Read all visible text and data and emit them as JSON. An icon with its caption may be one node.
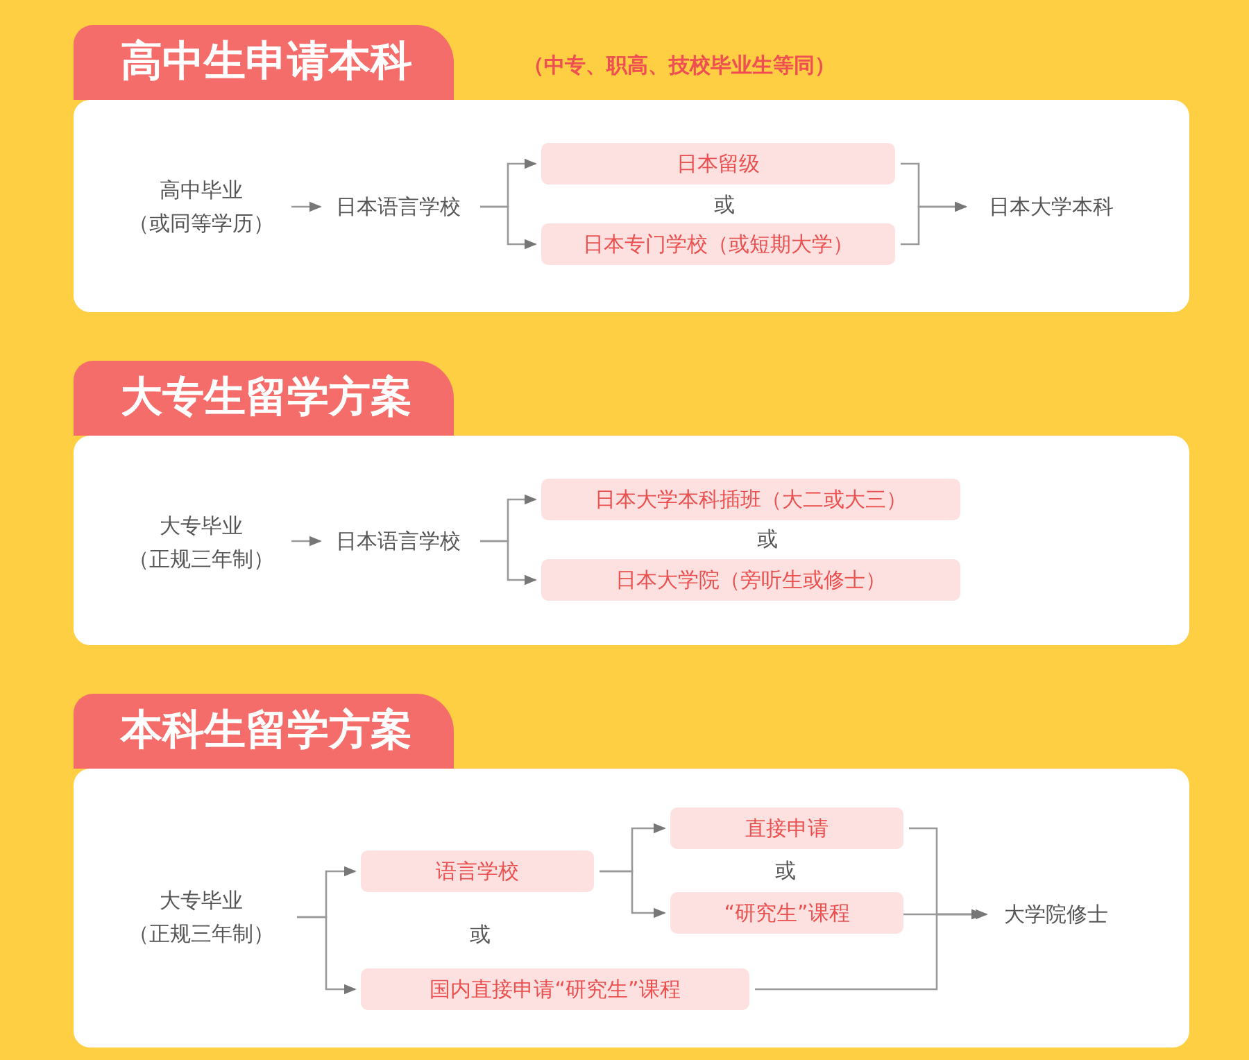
{
  "diagram": {
    "nodes": [
      {
        "text": [
          "高中生申请本科",
          "（中专、职高、技校毕业生等同）"
        ]
      },
      {
        "text": [
          "高中毕业（或同等学历）"
        ],
        "in": 0
      },
      {
        "text": [
          "日本语言学校"
        ],
        "in": 0
      },
      {
        "text": [
          "日本留级"
        ],
        "in": 0
      },
      {
        "text": [
          "日本专门学校（或短期大学）"
        ],
        "in": 0
      },
      {
        "text": [
          "日本大学本科"
        ],
        "in": 0
      },
      {
        "text": [
          "大专生留学方案"
        ]
      },
      {
        "text": [
          "大专毕业（正规三年制）"
        ],
        "in": 6
      },
      {
        "text": [
          "日本语言学校"
        ],
        "in": 6
      },
      {
        "text": [
          "日本大学本科插班（大二或大三）"
        ],
        "in": 6
      },
      {
        "text": [
          "日本大学院（旁听生或修士）"
        ],
        "in": 6
      },
      {
        "text": [
          "本科生留学方案"
        ]
      },
      {
        "text": [
          "大专毕业（正规三年制）"
        ],
        "in": 11
      },
      {
        "text": [
          "语言学校"
        ],
        "in": 11
      },
      {
        "text": [
          "国内直接申请“研究生”课程"
        ],
        "in": 11
      },
      {
        "text": [
          "直接申请"
        ],
        "in": 11
      },
      {
        "text": [
          "“研究生”课程"
        ],
        "in": 11
      },
      {
        "text": [
          "大学院修士"
        ],
        "in": 11
      }
    ],
    "edges": [
      {
        "from": 1,
        "to": 2,
        "arrow": "to"
      },
      {
        "from": 2,
        "to": 3,
        "arrow": "to"
      },
      {
        "from": 2,
        "to": 4,
        "arrow": "to"
      },
      {
        "from": 3,
        "to": 5,
        "arrow": "to"
      },
      {
        "from": 4,
        "to": 5,
        "arrow": "to"
      },
      {
        "from": 7,
        "to": 8,
        "arrow": "to"
      },
      {
        "from": 8,
        "to": 9,
        "arrow": "to"
      },
      {
        "from": 8,
        "to": 10,
        "arrow": "to"
      },
      {
        "from": 12,
        "to": 13,
        "arrow": "to"
      },
      {
        "from": 12,
        "to": 14,
        "arrow": "to"
      },
      {
        "from": 13,
        "to": 15,
        "arrow": "to"
      },
      {
        "from": 13,
        "to": 16,
        "arrow": "to"
      },
      {
        "from": 15,
        "to": 17,
        "arrow": "to"
      },
      {
        "from": 16,
        "to": 17,
        "arrow": "to"
      },
      {
        "from": 14,
        "to": 17,
        "arrow": "to"
      }
    ],
    "labels": [
      "或",
      "或",
      "或",
      "或"
    ]
  }
}
